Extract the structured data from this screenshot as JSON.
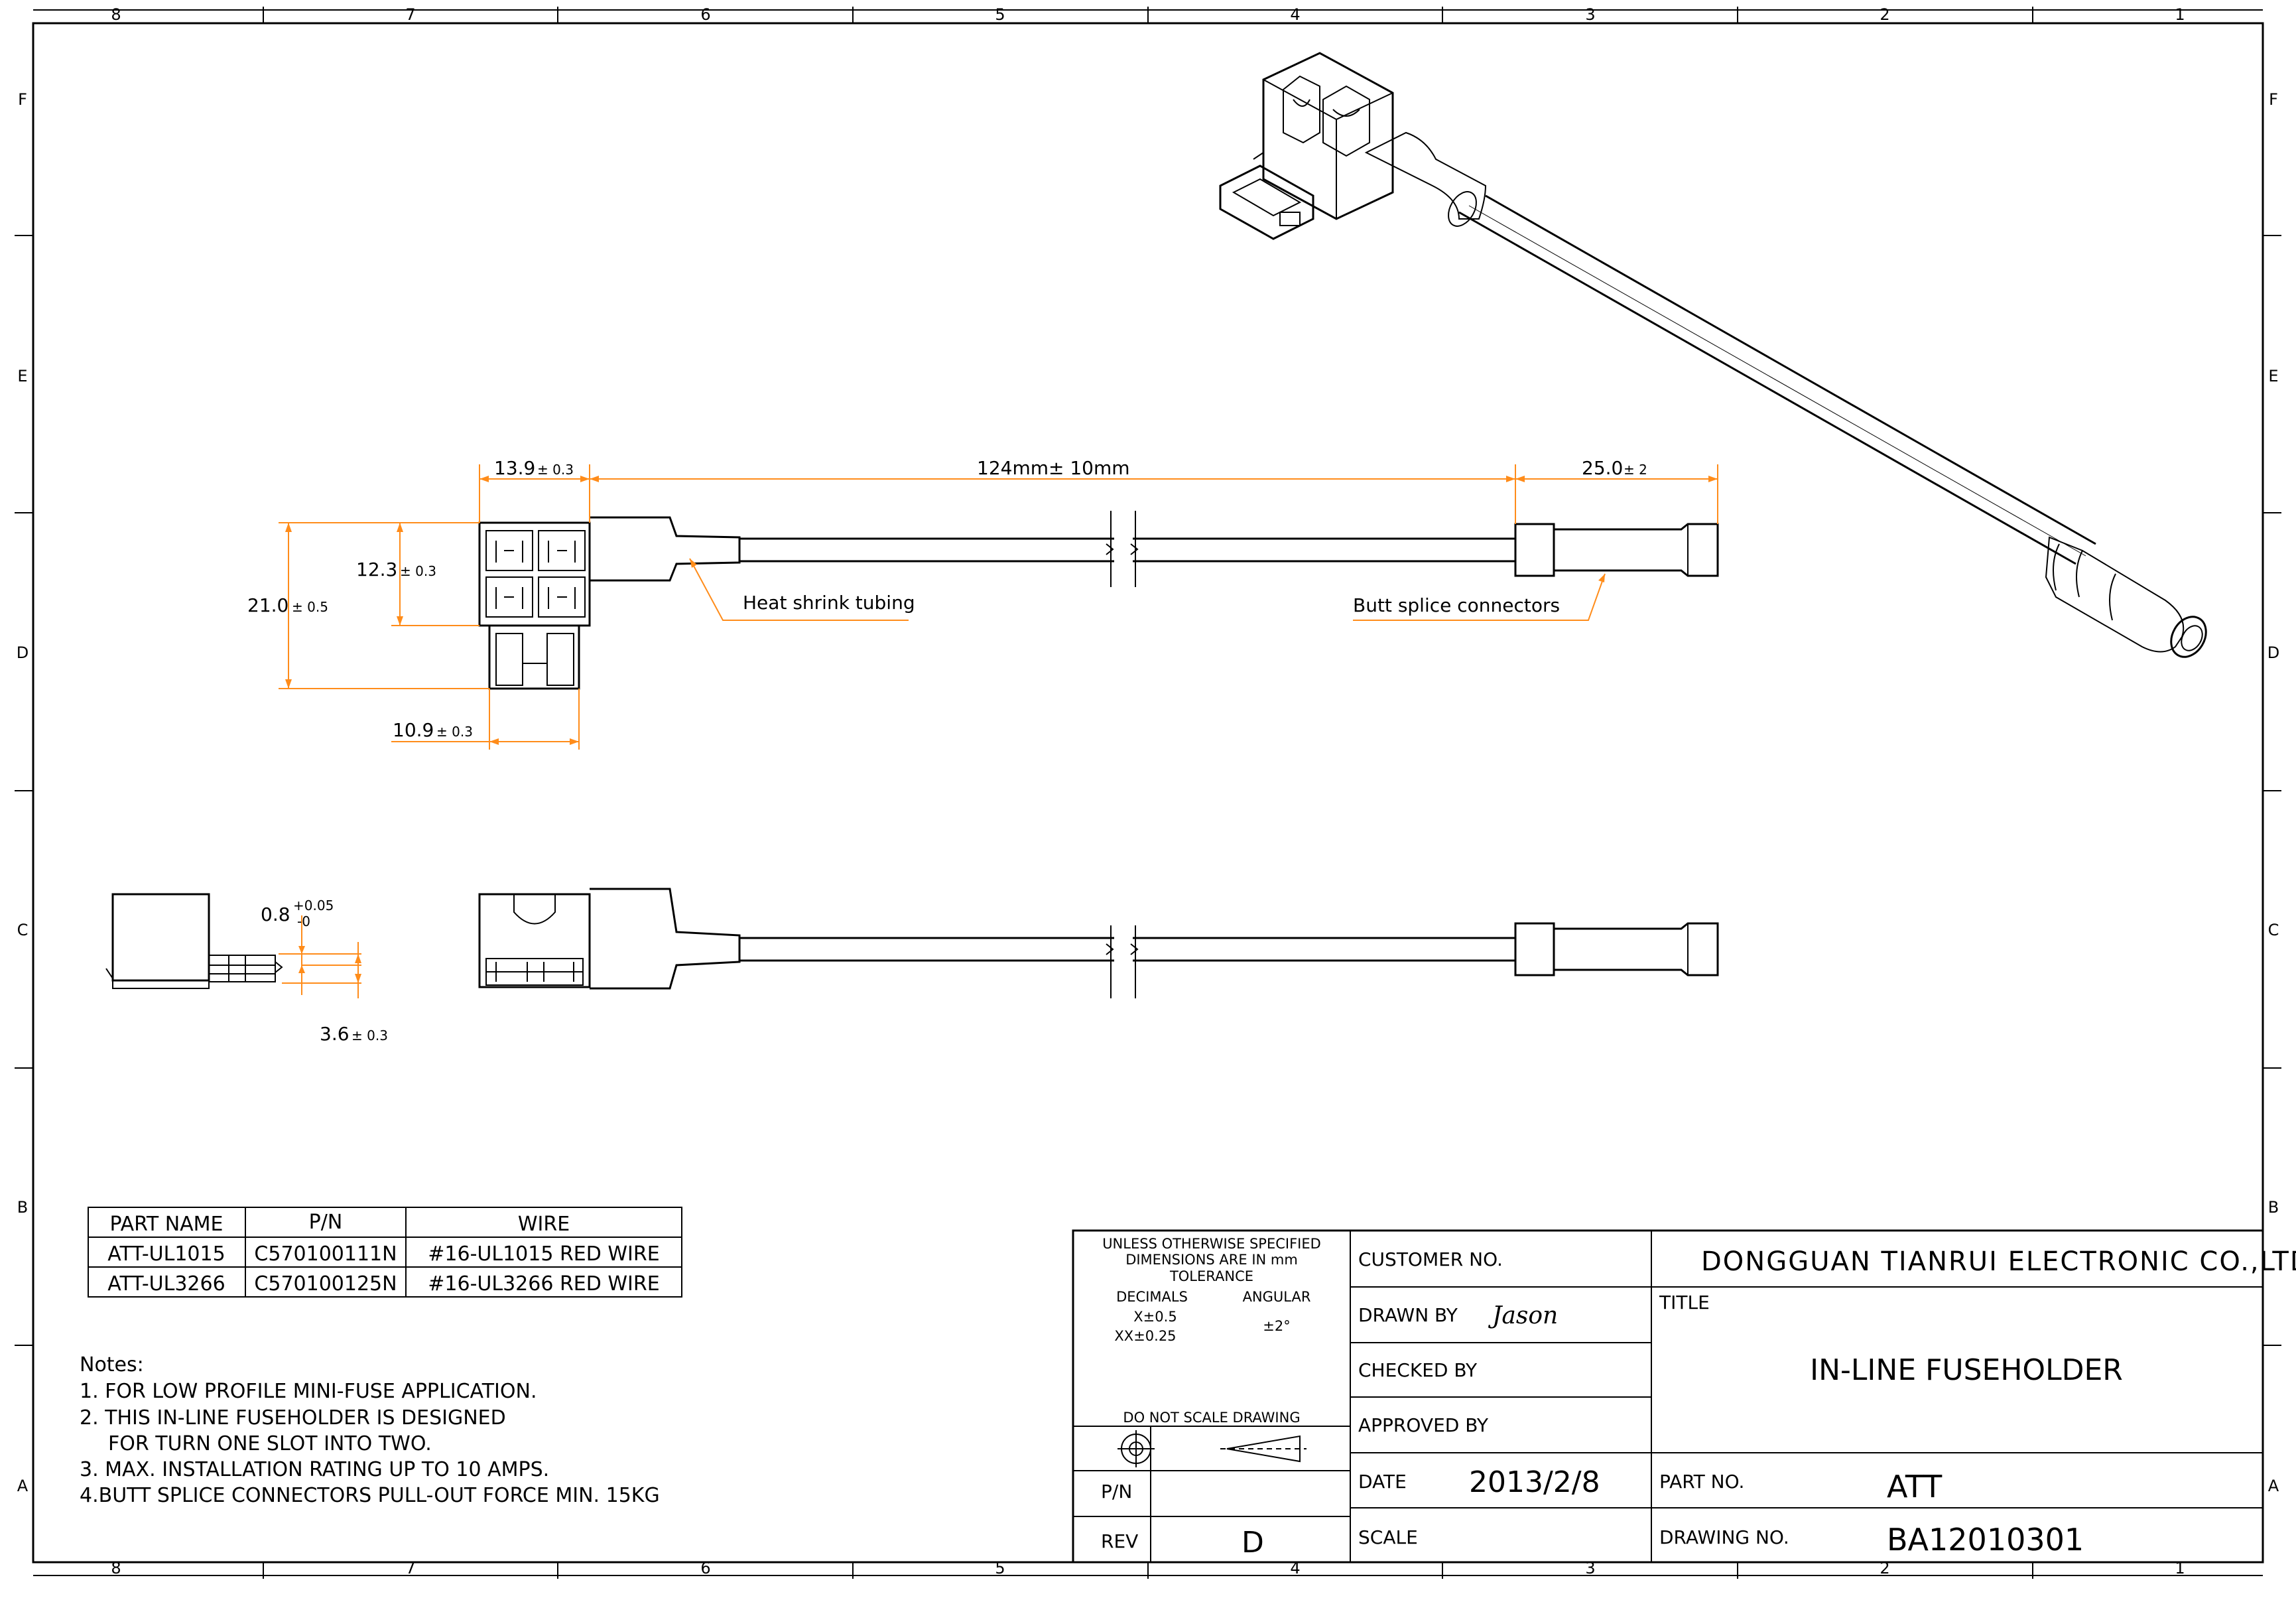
{
  "frame": {
    "col_labels": [
      "8",
      "7",
      "6",
      "5",
      "4",
      "3",
      "2",
      "1"
    ],
    "row_labels": [
      "F",
      "E",
      "D",
      "C",
      "B",
      "A"
    ]
  },
  "dimensions": {
    "d1_main": "13.9",
    "d1_tol": "± 0.3",
    "d2_main": "124mm± 10mm",
    "d3_main": "25.0",
    "d3_tol": "± 2",
    "d4_main": "12.3",
    "d4_tol": "± 0.3",
    "d5_main": "21.0",
    "d5_tol": "± 0.5",
    "d6_main": "10.9",
    "d6_tol": "± 0.3",
    "d7_main": "0.8",
    "d7_tol_up": "+0.05",
    "d7_tol_dn": "-0",
    "d8_main": "3.6",
    "d8_tol": "± 0.3"
  },
  "callouts": {
    "heat_shrink": "Heat shrink tubing",
    "butt_splice": "Butt splice connectors"
  },
  "parts_table": {
    "headers": [
      "PART NAME",
      "P/N",
      "WIRE"
    ],
    "rows": [
      [
        "ATT-UL1015",
        "C570100111N",
        "#16-UL1015 RED WIRE"
      ],
      [
        "ATT-UL3266",
        "C570100125N",
        "#16-UL3266 RED WIRE"
      ]
    ]
  },
  "notes": {
    "title": "Notes:",
    "lines": [
      "1. FOR LOW PROFILE MINI-FUSE APPLICATION.",
      "2. THIS IN-LINE FUSEHOLDER IS DESIGNED",
      "FOR TURN ONE SLOT INTO TWO.",
      "3. MAX. INSTALLATION RATING UP TO 10 AMPS.",
      "4.BUTT SPLICE CONNECTORS PULL-OUT FORCE MIN. 15KG"
    ]
  },
  "title_block": {
    "tol_1": "UNLESS OTHERWISE SPECIFIED",
    "tol_2": "DIMENSIONS ARE IN mm",
    "tol_3": "TOLERANCE",
    "decimals_label": "DECIMALS",
    "angular_label": "ANGULAR",
    "x_tol": "X±0.5",
    "xx_tol": "XX±0.25",
    "ang_tol": "±2°",
    "no_scale": "DO NOT SCALE DRAWING",
    "pn_label": "P/N",
    "rev_label": "REV",
    "rev_value": "D",
    "customer_no": "CUSTOMER NO.",
    "drawn_by": "DRAWN BY",
    "drawn_sig": "Jason",
    "checked_by": "CHECKED BY",
    "approved_by": "APPROVED BY",
    "date_label": "DATE",
    "date_value": "2013/2/8",
    "scale_label": "SCALE",
    "company": "DONGGUAN TIANRUI ELECTRONIC CO.,LTD.",
    "title_label": "TITLE",
    "title_value": "IN-LINE FUSEHOLDER",
    "part_no_label": "PART NO.",
    "part_no_value": "ATT",
    "drawing_no_label": "DRAWING NO.",
    "drawing_no_value": "BA12010301"
  },
  "colors": {
    "dimension": "#ff8c1a",
    "line": "#000000"
  }
}
